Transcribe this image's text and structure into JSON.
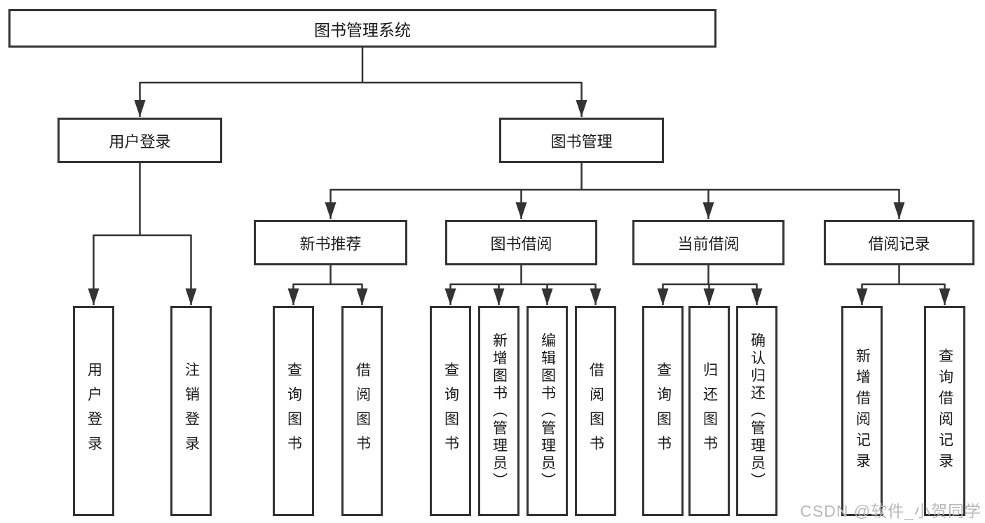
{
  "tree": {
    "root": {
      "label": "图书管理系统"
    },
    "level2": [
      {
        "label": "用户登录",
        "children": [
          {
            "label": "用户登录"
          },
          {
            "label": "注销登录"
          }
        ]
      },
      {
        "label": "图书管理",
        "children": [
          {
            "label": "新书推荐",
            "children": [
              {
                "label": "查询图书"
              },
              {
                "label": "借阅图书"
              }
            ]
          },
          {
            "label": "图书借阅",
            "children": [
              {
                "label": "查询图书"
              },
              {
                "label": "新增图书（管理员）"
              },
              {
                "label": "编辑图书（管理员）"
              },
              {
                "label": "借阅图书"
              }
            ]
          },
          {
            "label": "当前借阅",
            "children": [
              {
                "label": "查询图书"
              },
              {
                "label": "归还图书"
              },
              {
                "label": "确认归还（管理员）"
              }
            ]
          },
          {
            "label": "借阅记录",
            "children": [
              {
                "label": "新增借阅记录"
              },
              {
                "label": "查询借阅记录"
              }
            ]
          }
        ]
      }
    ]
  },
  "watermark": {
    "text": "CSDN @软件_小贺同学"
  },
  "colors": {
    "line": "#333333",
    "text": "#1a1a1a",
    "watermark": "#b9b9b9",
    "background": "#ffffff"
  }
}
